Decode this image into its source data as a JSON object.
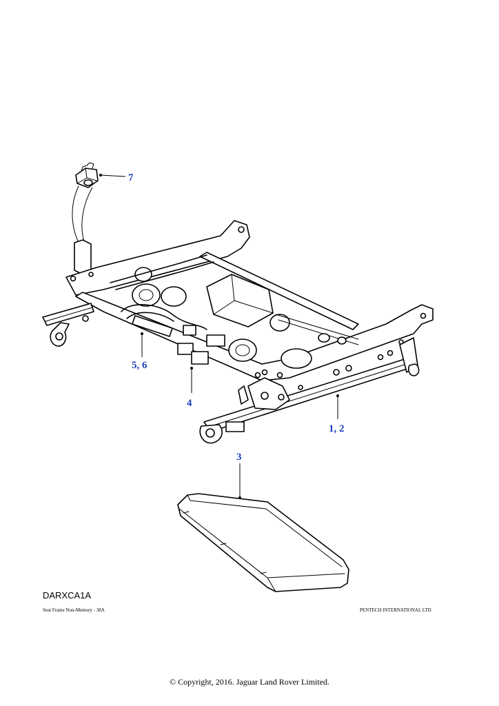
{
  "callouts": [
    {
      "label": "7"
    },
    {
      "label": "5, 6"
    },
    {
      "label": "4"
    },
    {
      "label": "1, 2"
    },
    {
      "label": "3"
    }
  ],
  "footer": {
    "part_code": "DARXCA1A",
    "caption": "Seat Frame Non-Memory - 38A",
    "publisher": "PENTECH INTERNATIONAL LTD",
    "copyright": "© Copyright, 2016. Jaguar Land Rover Limited."
  }
}
